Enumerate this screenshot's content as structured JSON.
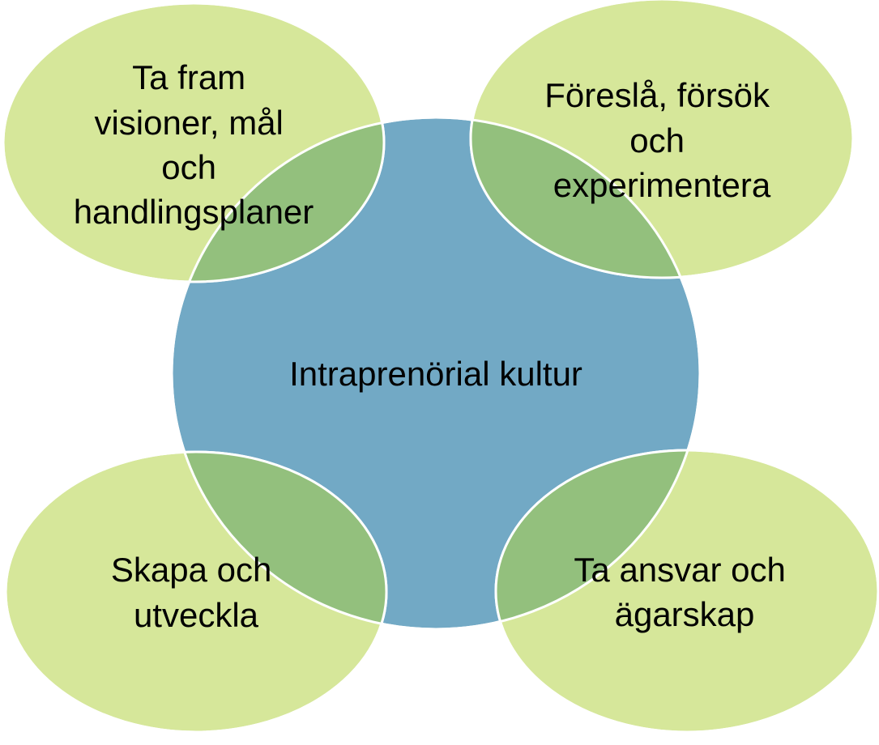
{
  "diagram": {
    "center": {
      "label": "Intraprenörial kultur",
      "color": "#72a9c5"
    },
    "satellites": [
      {
        "id": "top-left",
        "lines": [
          "Ta fram",
          "visioner, mål",
          "och",
          "handlingsplaner"
        ]
      },
      {
        "id": "top-right",
        "lines": [
          "Föreslå, försök",
          "och",
          "experimentera"
        ]
      },
      {
        "id": "bottom-left",
        "lines": [
          "Skapa och",
          "utveckla"
        ]
      },
      {
        "id": "bottom-right",
        "lines": [
          "Ta ansvar och",
          "ägarskap"
        ]
      }
    ],
    "colors": {
      "satellite_fill": "#d6e79a",
      "overlap_fill": "#93c07d",
      "outline": "#ffffff"
    }
  }
}
